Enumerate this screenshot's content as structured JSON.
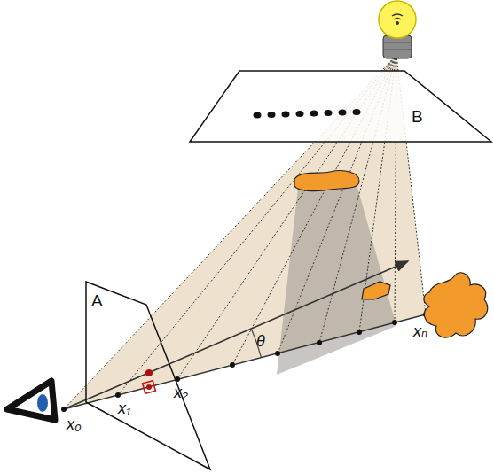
{
  "diagram": {
    "nodes": [
      {
        "text": [
          "A"
        ]
      },
      {
        "text": [
          "B"
        ]
      }
    ],
    "labels": [
      "θ",
      "x₀",
      "x₁",
      "x₂",
      "xₙ"
    ]
  }
}
